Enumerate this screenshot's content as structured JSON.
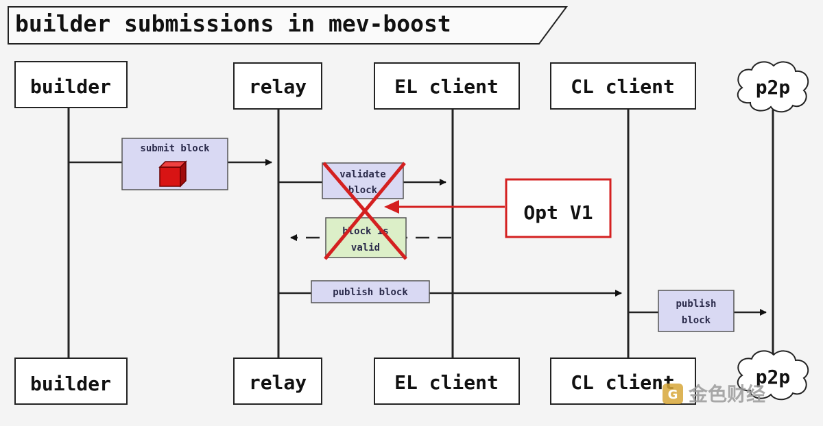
{
  "title": "builder submissions in mev-boost",
  "participants": {
    "builder": "builder",
    "relay": "relay",
    "el_client": "EL client",
    "cl_client": "CL client",
    "p2p": "p2p"
  },
  "messages": {
    "submit_block": "submit block",
    "validate_block_1": "validate",
    "validate_block_2": "block",
    "block_is_valid_1": "block is",
    "block_is_valid_2": "valid",
    "publish_block_relay": "publish block",
    "publish_block_cl_1": "publish",
    "publish_block_cl_2": "block"
  },
  "annotation": {
    "label": "Opt V1"
  },
  "watermark": {
    "text": "金色财经"
  },
  "colors": {
    "message_box": "#d9d9f3",
    "valid_box": "#dcefc8",
    "annotation": "#d42020",
    "cube": "#d81414"
  }
}
